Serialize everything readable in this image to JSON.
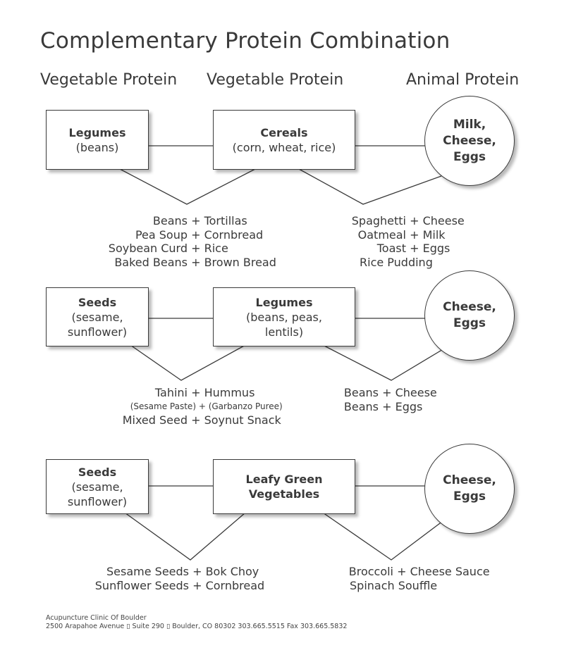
{
  "title": "Complementary Protein Combination",
  "headers": [
    "Vegetable Protein",
    "Vegetable Protein",
    "Animal Protein"
  ],
  "rows": [
    {
      "box1": {
        "name": "Legumes",
        "sub": "(beans)"
      },
      "box2": {
        "name": "Cereals",
        "sub": "(corn, wheat, rice)"
      },
      "circle": "Milk,\nCheese,\nEggs",
      "left_examples": [
        {
          "a": "Beans",
          "b": "Tortillas"
        },
        {
          "a": "Pea Soup",
          "b": "Cornbread"
        },
        {
          "a": "Soybean Curd",
          "b": "Rice"
        },
        {
          "a": "Baked Beans",
          "b": "Brown Bread"
        }
      ],
      "right_examples": [
        {
          "a": "Spaghetti",
          "b": "Cheese"
        },
        {
          "a": "Oatmeal",
          "b": "Milk"
        },
        {
          "a": "Toast",
          "b": "Eggs"
        },
        {
          "a": "Rice Pudding",
          "b": ""
        }
      ]
    },
    {
      "box1": {
        "name": "Seeds",
        "sub": "(sesame,\nsunflower)"
      },
      "box2": {
        "name": "Legumes",
        "sub": "(beans, peas,\nlentils)"
      },
      "circle": "Cheese,\nEggs",
      "left_examples": [
        {
          "a": "Tahini",
          "b": "Hummus"
        },
        {
          "a": "(Sesame Paste)",
          "b": "(Garbanzo Puree)"
        },
        {
          "a": "Mixed Seed",
          "b": "Soynut Snack"
        }
      ],
      "right_examples": [
        {
          "a": "Beans",
          "b": "Cheese"
        },
        {
          "a": "Beans",
          "b": "Eggs"
        }
      ]
    },
    {
      "box1": {
        "name": "Seeds",
        "sub": "(sesame,\nsunflower)"
      },
      "box2": {
        "name": "Leafy Green\nVegetables",
        "sub": ""
      },
      "circle": "Cheese,\nEggs",
      "left_examples": [
        {
          "a": "Sesame Seeds",
          "b": "Bok Choy"
        },
        {
          "a": "Sunflower Seeds",
          "b": "Cornbread"
        }
      ],
      "right_examples": [
        {
          "a": "Broccoli",
          "b": "Cheese Sauce"
        },
        {
          "a": "Spinach Souffle",
          "b": ""
        }
      ]
    }
  ],
  "footer": {
    "line1": "Acupuncture Clinic Of Boulder",
    "line2": "2500 Arapahoe Avenue ▯ Suite 290 ▯ Boulder, CO 80302   303.665.5515   Fax 303.665.5832"
  }
}
